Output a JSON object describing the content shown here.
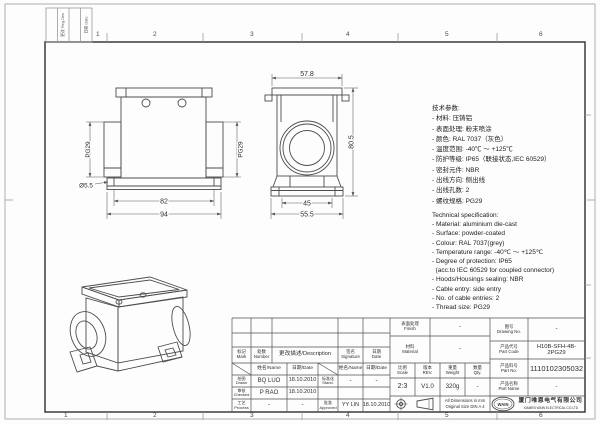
{
  "frame": {
    "zones": [
      "1",
      "2",
      "3",
      "4",
      "5",
      "6"
    ]
  },
  "rev_strip": {
    "col1": "更改 Reg.Des",
    "col2": "日期 Date"
  },
  "views": {
    "front": {
      "pg29_left": "PG29",
      "pg29_right": "PG29",
      "dia": "Ø5.5",
      "dim_inner": "82",
      "dim_outer": "94"
    },
    "side": {
      "dim_top": "57.8",
      "dim_height": "80.5",
      "dim_inner": "45",
      "dim_outer": "55.5"
    }
  },
  "specs": {
    "cn_lines": [
      "技术参数:",
      "- 材料: 压铸铝",
      "- 表面处理: 粉末喷涂",
      "- 颜色: RAL 7037（灰色）",
      "- 温度范围: -40℃ ～ +125℃",
      "- 防护等级: IP65（联接状态,IEC 60529）",
      "- 密封元件: NBR",
      "- 出线方向: 侧出线",
      "- 出线孔数: 2",
      "- 螺纹规格: PG29"
    ],
    "en_lines": [
      "Technical specification:",
      "- Material: aluminium die-cast",
      "- Surface: powder-coated",
      "- Colour: RAL 7037(grey)",
      "- Temperature range: -40℃ ～ +125℃",
      "- Degree of protection: IP65",
      "  (acc.to IEC 60529 for coupled connector)",
      "- Hoods/Housings sealing: NBR",
      "- Cable entry: side entry",
      "- No. of cable entries: 2",
      "- Thread size: PG29"
    ]
  },
  "title_block": {
    "change": {
      "mark_cn": "标记",
      "mark_en": "Mark",
      "number_cn": "处数",
      "number_en": "Number",
      "description": "更改描述/Description",
      "signature_cn": "签名",
      "signature_en": "Signature",
      "date_cn": "日期",
      "date_en": "Date"
    },
    "sign": {
      "name_header": "姓名/Name",
      "date_header": "日期/Date",
      "drawn_cn": "绘图",
      "drawn_en": "Drawn",
      "drawn_name": "BQ LUO",
      "drawn_date": "18.10.2010",
      "checked_cn": "审核",
      "checked_en": "Checked",
      "checked_name": "P RAO",
      "checked_date": "18.10.2010",
      "process_cn": "工艺",
      "process_en": "Process",
      "process_name": "-",
      "process_date": "-",
      "stand_cn": "标准化",
      "stand_en": "Stand.",
      "stand_name": "-",
      "stand_date": "-",
      "approved_cn": "批准",
      "approved_en": "Approved",
      "approved_name": "YY LIN",
      "approved_date": "18.10.2010"
    },
    "info": {
      "finish_cn": "表面处理",
      "finish_en": "Finish",
      "finish_value": "-",
      "material_cn": "材料",
      "material_en": "Material",
      "material_value": "-",
      "scale_cn": "比例",
      "scale_en": "Scale",
      "scale_value": "2:3",
      "rev_cn": "版本",
      "rev_en": "REV.",
      "rev_value": "V1.0",
      "weight_cn": "重量",
      "weight_en": "Weight",
      "weight_value": "320g",
      "qty_cn": "数量",
      "qty_en": "Qty.",
      "qty_value": "-",
      "drawing_no_cn": "图号",
      "drawing_no_en": "Drawing No.",
      "drawing_no_value": "-",
      "part_code_cn": "产品代号",
      "part_code_en": "Part Code",
      "part_code_value": "H10B-SFH-4B-2PG29",
      "part_no_cn": "产品料号",
      "part_no_en": "Part No.",
      "part_no_value": "1110102305032",
      "part_name_cn": "产品名称",
      "part_name_en": "Part Name",
      "part_name_value": "-",
      "dims_note_line1": "All Dimensions in mm",
      "dims_note_line2": "Original Size DIN A 4",
      "logo": "WAIN",
      "company_cn": "厦门唯恩电气有限公司",
      "company_en": "XIAMEN WAIN ELECTRICAL CO.LTD"
    }
  }
}
